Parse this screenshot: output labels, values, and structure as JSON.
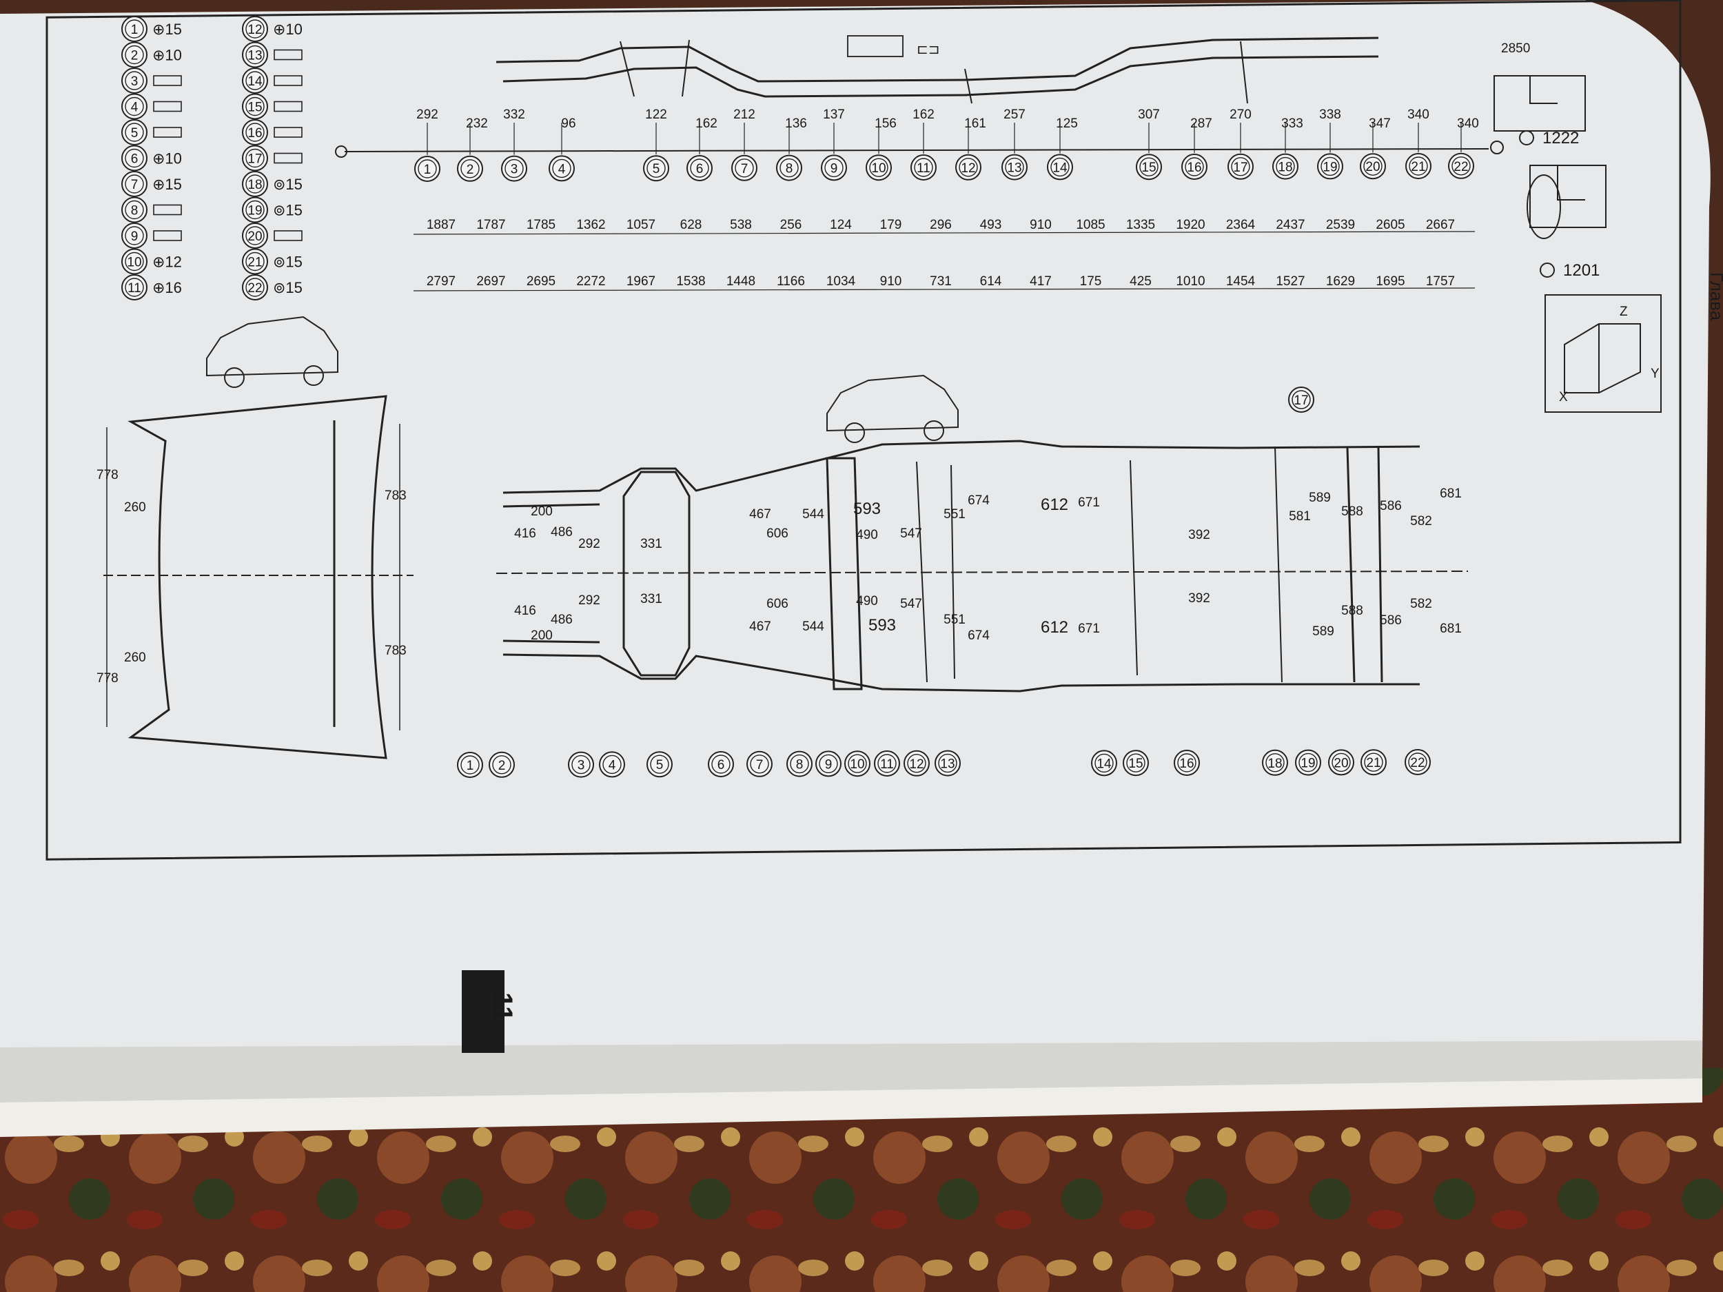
{
  "page": {
    "number": "11",
    "edge_text": "Глава"
  },
  "legend": [
    {
      "id": "1",
      "spec": "⊕15"
    },
    {
      "id": "12",
      "spec": "⊕10"
    },
    {
      "id": "2",
      "spec": "⊕10"
    },
    {
      "id": "13",
      "spec": ""
    },
    {
      "id": "3",
      "spec": ""
    },
    {
      "id": "14",
      "spec": ""
    },
    {
      "id": "4",
      "spec": ""
    },
    {
      "id": "15",
      "spec": ""
    },
    {
      "id": "5",
      "spec": ""
    },
    {
      "id": "16",
      "spec": ""
    },
    {
      "id": "6",
      "spec": "⊕10"
    },
    {
      "id": "17",
      "spec": ""
    },
    {
      "id": "7",
      "spec": "⊕15"
    },
    {
      "id": "18",
      "spec": "⊚15"
    },
    {
      "id": "8",
      "spec": ""
    },
    {
      "id": "19",
      "spec": "⊚15"
    },
    {
      "id": "9",
      "spec": ""
    },
    {
      "id": "20",
      "spec": ""
    },
    {
      "id": "10",
      "spec": "⊕12"
    },
    {
      "id": "21",
      "spec": "⊚15"
    },
    {
      "id": "11",
      "spec": "⊕16"
    },
    {
      "id": "22",
      "spec": "⊚15"
    }
  ],
  "side_view": {
    "top_heights": [
      "292",
      "232",
      "332",
      "96",
      "122",
      "162",
      "212",
      "136",
      "137",
      "156",
      "162",
      "161",
      "257",
      "125",
      "307",
      "287",
      "270",
      "333",
      "338",
      "347",
      "340",
      "340"
    ],
    "points": [
      "1",
      "2",
      "3",
      "4",
      "5",
      "6",
      "7",
      "8",
      "9",
      "10",
      "11",
      "12",
      "13",
      "14",
      "15",
      "16",
      "17",
      "18",
      "19",
      "20",
      "21",
      "22"
    ],
    "row_a": [
      "1887",
      "1787",
      "1785",
      "1362",
      "1057",
      "628",
      "538",
      "256",
      "124",
      "179",
      "296",
      "493",
      "910",
      "1085",
      "1335",
      "1920",
      "2364",
      "2437",
      "2539",
      "2605",
      "2667"
    ],
    "row_b": [
      "2797",
      "2697",
      "2695",
      "2272",
      "1967",
      "1538",
      "1448",
      "1166",
      "1034",
      "910",
      "731",
      "614",
      "417",
      "175",
      "425",
      "1010",
      "1454",
      "1527",
      "1629",
      "1695",
      "1757"
    ],
    "ref_top": "2850",
    "ref_1": "1222",
    "ref_2": "1201"
  },
  "front_section": {
    "h_top": "778",
    "h_mid": "260",
    "h_bot": "778",
    "h_mid2": "260",
    "w_top": "783",
    "w_bot": "783"
  },
  "plan_view": {
    "upper": [
      "200",
      "416",
      "486",
      "292",
      "331",
      "467",
      "606",
      "544",
      "593",
      "490",
      "547",
      "551",
      "674",
      "612",
      "671",
      "392",
      "581",
      "589",
      "588",
      "586",
      "582",
      "681"
    ],
    "lower": [
      "292",
      "331",
      "416",
      "486",
      "200",
      "606",
      "467",
      "544",
      "490",
      "593",
      "547",
      "551",
      "674",
      "612",
      "671",
      "392",
      "588",
      "582",
      "589",
      "586",
      "681"
    ],
    "bottom_points": [
      "1",
      "2",
      "3",
      "4",
      "5",
      "6",
      "7",
      "8",
      "9",
      "10",
      "11",
      "12",
      "13",
      "14",
      "15",
      "16",
      "18",
      "19",
      "20",
      "21",
      "22"
    ],
    "top_point": "17"
  },
  "axes": {
    "x": "X",
    "y": "Y",
    "z": "Z"
  }
}
